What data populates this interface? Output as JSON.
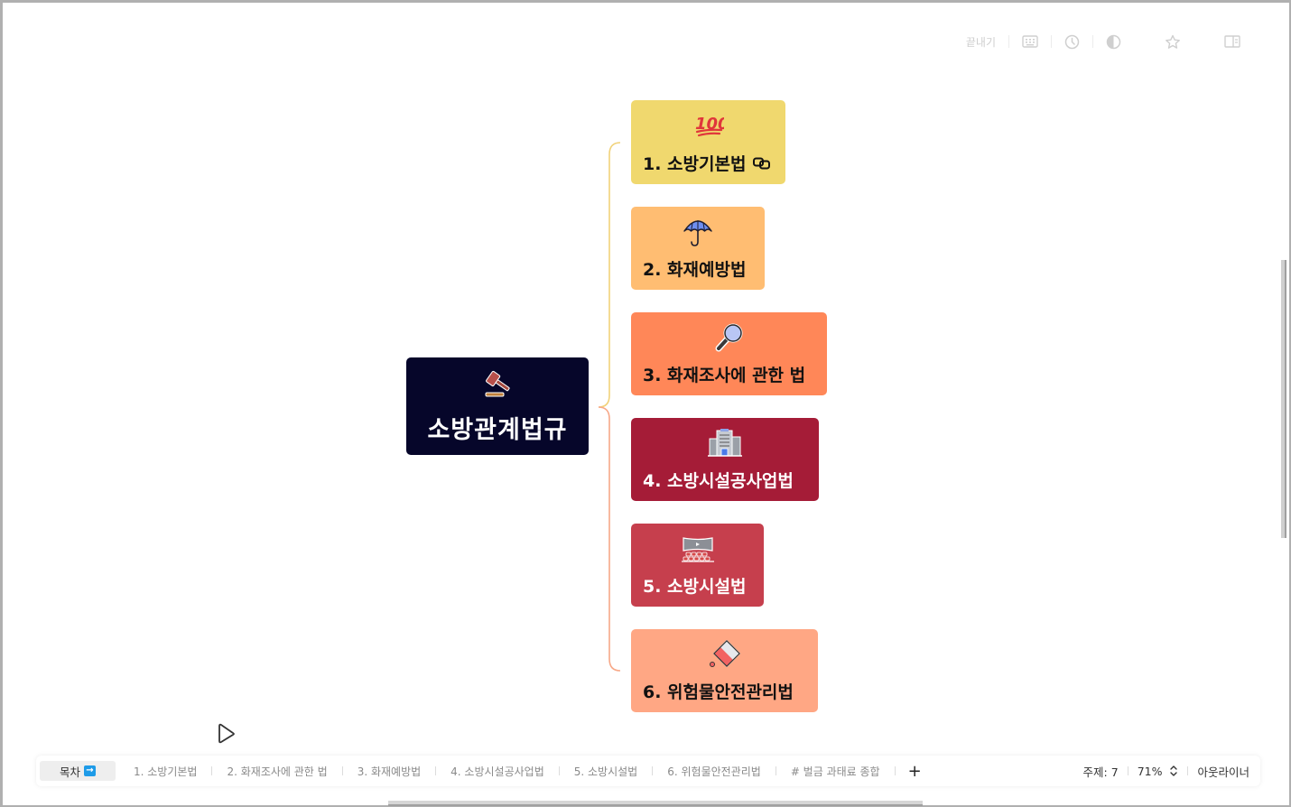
{
  "toolbar": {
    "exit_label": "끝내기",
    "icons": [
      "keyboard-icon",
      "history-clock-icon",
      "theme-contrast-icon",
      "star-icon",
      "panel-icon"
    ]
  },
  "mindmap": {
    "root": {
      "title": "소방관계법규",
      "icon": "gavel-icon",
      "bg": "#06062a"
    },
    "children": [
      {
        "title": "1. 소방기본법",
        "icon": "hundred-points-icon",
        "bg": "#f0d86e",
        "fg": "#111111",
        "has_link": true
      },
      {
        "title": "2. 화재예방법",
        "icon": "umbrella-icon",
        "bg": "#ffbd72",
        "fg": "#111111"
      },
      {
        "title": "3. 화재조사에 관한 법",
        "icon": "magnifier-icon",
        "bg": "#ff8758",
        "fg": "#111111"
      },
      {
        "title": "4. 소방시설공사업법",
        "icon": "building-icon",
        "bg": "#a51c37",
        "fg": "#ffffff"
      },
      {
        "title": "5. 소방시설법",
        "icon": "cinema-screen-icon",
        "bg": "#c63f4d",
        "fg": "#ffffff"
      },
      {
        "title": "6. 위험물안전관리법",
        "icon": "paint-bucket-icon",
        "bg": "#ffa784",
        "fg": "#111111"
      }
    ]
  },
  "bottom_bar": {
    "toc_label": "목차",
    "sheet_tabs": [
      "1. 소방기본법",
      "2. 화재조사에 관한 법",
      "3. 화재예방법",
      "4. 소방시설공사업법",
      "5. 소방시설법",
      "6. 위험물안전관리법",
      "# 벌금 과태료 종합"
    ],
    "add_sheet": "+",
    "topic_count_label": "주제: 7",
    "zoom_level": "71%",
    "outliner_label": "아웃라이너"
  }
}
